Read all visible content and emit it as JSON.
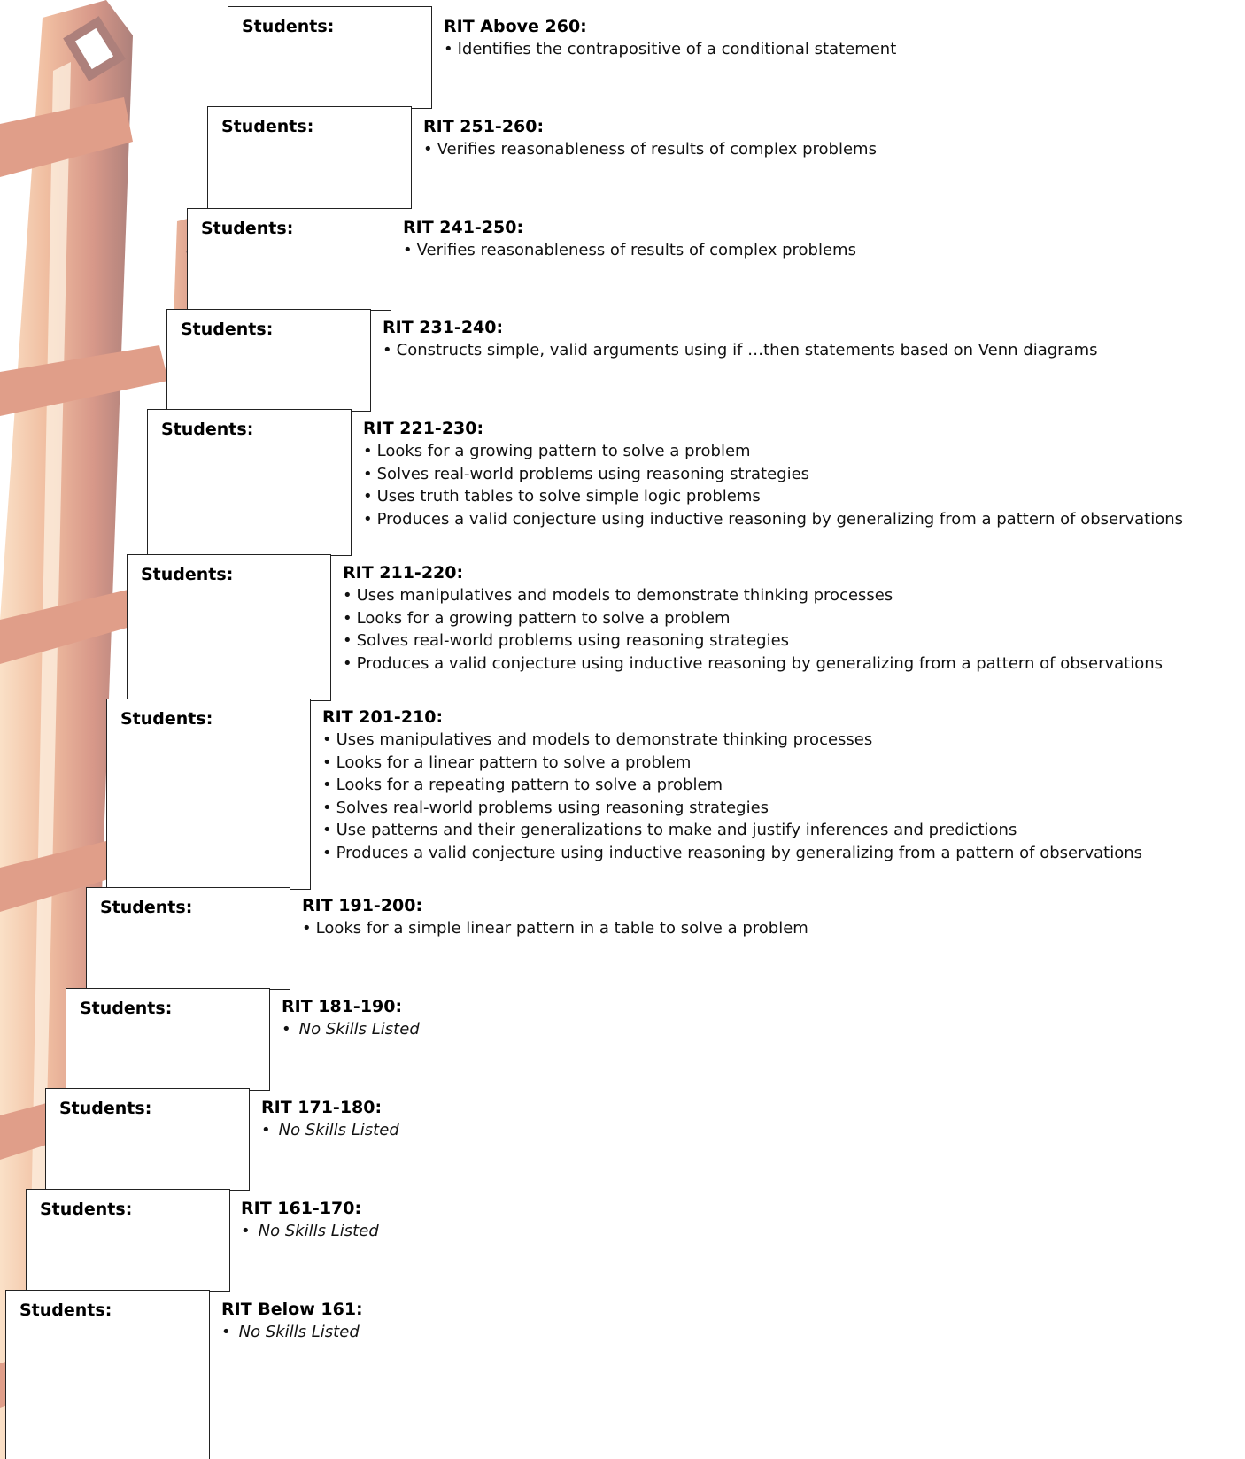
{
  "page": {
    "student_label": "Students:",
    "bullet": "•",
    "colors": {
      "ladder_dark": "#6b1a10",
      "ladder_mid": "#c8502a",
      "ladder_light": "#f7c89a",
      "box_border": "#222222"
    }
  },
  "steps": [
    {
      "range": "RIT Above 260:",
      "skills": [
        "Identifies the contrapositive of a conditional statement"
      ],
      "none": false
    },
    {
      "range": "RIT 251-260:",
      "skills": [
        "Verifies reasonableness of results of complex problems"
      ],
      "none": false
    },
    {
      "range": "RIT 241-250:",
      "skills": [
        "Verifies reasonableness of results of complex problems"
      ],
      "none": false
    },
    {
      "range": "RIT 231-240:",
      "skills": [
        "Constructs simple, valid arguments using if …then statements based on Venn diagrams"
      ],
      "none": false
    },
    {
      "range": "RIT 221-230:",
      "skills": [
        "Looks for a growing pattern to solve a problem",
        "Solves real-world problems using reasoning strategies",
        "Uses truth tables to solve simple logic problems",
        "Produces a valid conjecture using inductive reasoning by generalizing from a pattern of observations"
      ],
      "none": false
    },
    {
      "range": "RIT 211-220:",
      "skills": [
        "Uses manipulatives and models to demonstrate thinking processes",
        "Looks for a growing pattern to solve a problem",
        "Solves real-world problems using reasoning strategies",
        "Produces a valid conjecture using inductive reasoning by generalizing from a pattern of observations"
      ],
      "none": false
    },
    {
      "range": "RIT 201-210:",
      "skills": [
        "Uses manipulatives and models to demonstrate thinking processes",
        "Looks for a linear pattern to solve a problem",
        "Looks for a repeating pattern to solve a problem",
        "Solves real-world problems using reasoning strategies",
        "Use patterns and their generalizations to make and justify inferences and predictions",
        "Produces a valid conjecture using inductive reasoning by generalizing from a pattern of observations"
      ],
      "none": false
    },
    {
      "range": "RIT 191-200:",
      "skills": [
        "Looks for a simple linear pattern in a table to solve a problem"
      ],
      "none": false
    },
    {
      "range": "RIT 181-190:",
      "skills": [
        "No Skills Listed"
      ],
      "none": true
    },
    {
      "range": "RIT 171-180:",
      "skills": [
        "No Skills Listed"
      ],
      "none": true
    },
    {
      "range": "RIT 161-170:",
      "skills": [
        "No Skills Listed"
      ],
      "none": true
    },
    {
      "range": "RIT Below 161:",
      "skills": [
        "No Skills Listed"
      ],
      "none": true
    }
  ]
}
